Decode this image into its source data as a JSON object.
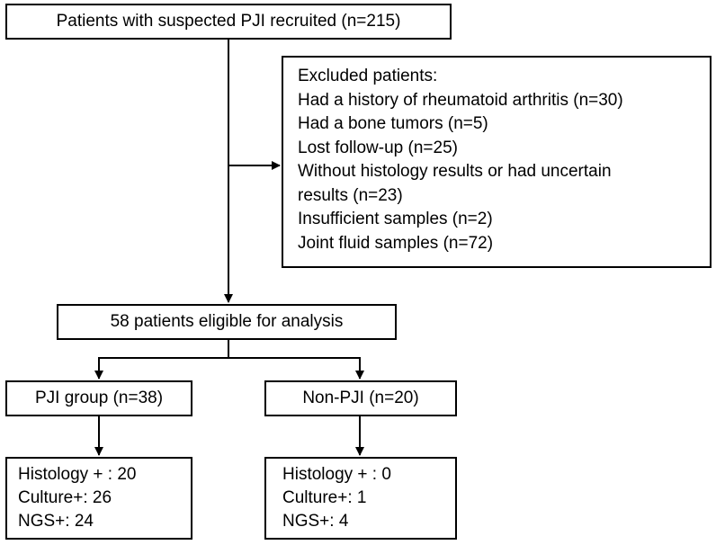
{
  "recruited": {
    "text": "Patients with suspected PJI recruited (n=215)"
  },
  "excluded": {
    "heading": "Excluded patients:",
    "lines": [
      "Had a history of rheumatoid arthritis (n=30)",
      "Had a bone tumors (n=5)",
      "Lost follow-up (n=25)",
      "Without histology results or had uncertain",
      "results (n=23)",
      "Insufficient samples (n=2)",
      "Joint fluid samples (n=72)"
    ]
  },
  "eligible": {
    "text": "58 patients eligible for analysis"
  },
  "pji_group": {
    "text": "PJI group (n=38)"
  },
  "non_pji_group": {
    "text": "Non-PJI (n=20)"
  },
  "pji_results": {
    "lines": [
      "Histology + : 20",
      "Culture+: 26",
      "NGS+: 24"
    ]
  },
  "non_pji_results": {
    "lines": [
      "Histology + : 0",
      "Culture+: 1",
      "NGS+: 4"
    ]
  },
  "colors": {
    "stroke": "#000000",
    "background": "#ffffff"
  }
}
